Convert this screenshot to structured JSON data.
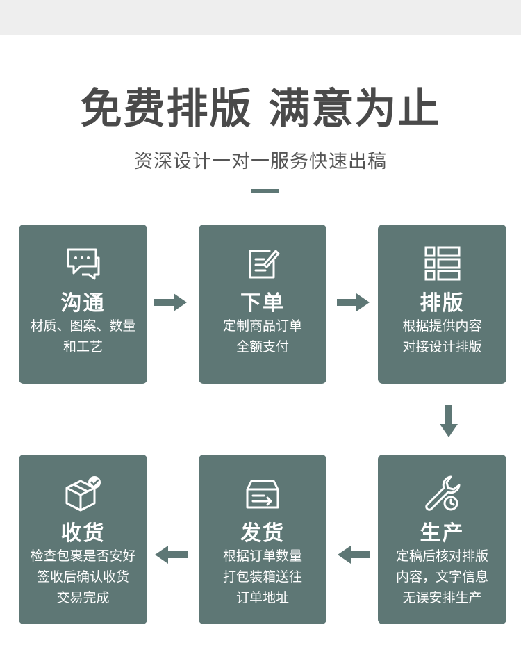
{
  "header": {
    "title": "免费排版 满意为止",
    "subtitle": "资深设计一对一服务快速出稿"
  },
  "steps": [
    {
      "title": "沟通",
      "lines": [
        "材质、图案、数量",
        "和工艺"
      ],
      "icon": "chat-bubble-icon"
    },
    {
      "title": "下单",
      "lines": [
        "定制商品订单",
        "全额支付"
      ],
      "icon": "edit-note-icon"
    },
    {
      "title": "排版",
      "lines": [
        "根据提供内容",
        "对接设计排版"
      ],
      "icon": "layout-grid-icon"
    },
    {
      "title": "生产",
      "lines": [
        "定稿后核对排版",
        "内容，文字信息",
        "无误安排生产"
      ],
      "icon": "wrench-clock-icon"
    },
    {
      "title": "发货",
      "lines": [
        "根据订单数量",
        "打包装箱送往",
        "订单地址"
      ],
      "icon": "shipping-box-icon"
    },
    {
      "title": "收货",
      "lines": [
        "检查包裹是否安好",
        "签收后确认收货",
        "交易完成"
      ],
      "icon": "package-check-icon"
    }
  ],
  "colors": {
    "card": "#5e7775",
    "title": "#4a4a4a",
    "subtitle": "#555555",
    "topbar": "#eeeeee"
  }
}
